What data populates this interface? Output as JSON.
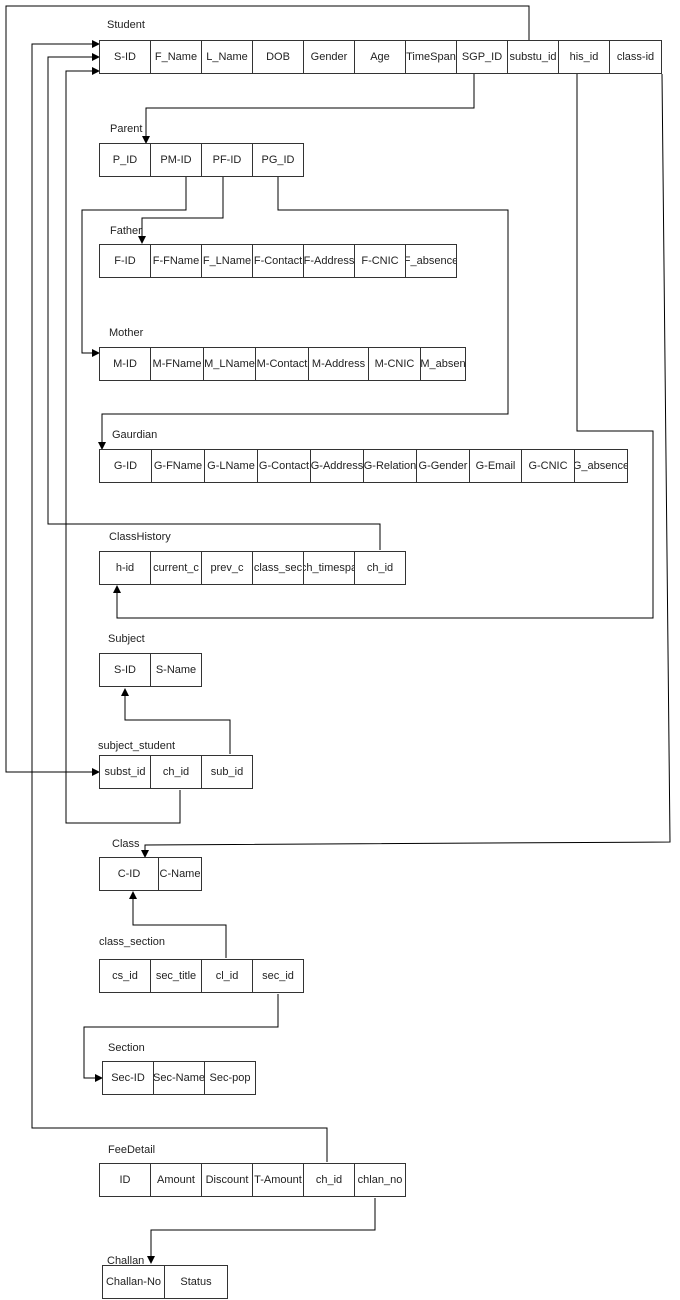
{
  "tables": [
    {
      "key": "student",
      "title": "Student",
      "columns": [
        "S-ID",
        "F_Name",
        "L_Name",
        "DOB",
        "Gender",
        "Age",
        "TimeSpan",
        "SGP_ID",
        "substu_id",
        "his_id",
        "class-id"
      ]
    },
    {
      "key": "parent",
      "title": "Parent",
      "columns": [
        "P_ID",
        "PM-ID",
        "PF-ID",
        "PG_ID"
      ]
    },
    {
      "key": "father",
      "title": "Father",
      "columns": [
        "F-ID",
        "F-FName",
        "F_LName",
        "F-Contact",
        "F-Address",
        "F-CNIC",
        "F_absence"
      ]
    },
    {
      "key": "mother",
      "title": "Mother",
      "columns": [
        "M-ID",
        "M-FName",
        "M_LName",
        "M-Contact",
        "M-Address",
        "M-CNIC",
        "M_absen"
      ]
    },
    {
      "key": "gaurdian",
      "title": "Gaurdian",
      "columns": [
        "G-ID",
        "G-FName",
        "G-LName",
        "G-Contact",
        "G-Address",
        "G-Relation",
        "G-Gender",
        "G-Email",
        "G-CNIC",
        "G_absence"
      ]
    },
    {
      "key": "class_history",
      "title": "ClassHistory",
      "columns": [
        "h-id",
        "current_c",
        "prev_c",
        "class_sec",
        "ch_timespa",
        "ch_id"
      ]
    },
    {
      "key": "subject",
      "title": "Subject",
      "columns": [
        "S-ID",
        "S-Name"
      ]
    },
    {
      "key": "subject_student",
      "title": "subject_student",
      "columns": [
        "subst_id",
        "ch_id",
        "sub_id"
      ]
    },
    {
      "key": "class",
      "title": "Class",
      "columns": [
        "C-ID",
        "C-Name"
      ]
    },
    {
      "key": "class_section",
      "title": "class_section",
      "columns": [
        "cs_id",
        "sec_title",
        "cl_id",
        "sec_id"
      ]
    },
    {
      "key": "section",
      "title": "Section",
      "columns": [
        "Sec-ID",
        "Sec-Name",
        "Sec-pop"
      ]
    },
    {
      "key": "fee_detail",
      "title": "FeeDetail",
      "columns": [
        "ID",
        "Amount",
        "Discount",
        "T-Amount",
        "ch_id",
        "chlan_no"
      ]
    },
    {
      "key": "challan",
      "title": "Challan",
      "columns": [
        "Challan-No",
        "Status"
      ]
    }
  ],
  "relationships": [
    {
      "from": "student.SGP_ID",
      "to": "parent.P_ID"
    },
    {
      "from": "parent.PF-ID",
      "to": "father.F-ID"
    },
    {
      "from": "parent.PM-ID",
      "to": "mother.M-ID"
    },
    {
      "from": "parent.PG_ID",
      "to": "gaurdian.G-ID"
    },
    {
      "from": "student.his_id",
      "to": "class_history.h-id"
    },
    {
      "from": "class_history.ch_id",
      "to": "student.S-ID"
    },
    {
      "from": "subject_student.sub_id",
      "to": "subject.S-ID"
    },
    {
      "from": "student.substu_id",
      "to": "subject_student.subst_id"
    },
    {
      "from": "subject_student.ch_id",
      "to": "student.S-ID"
    },
    {
      "from": "student.class-id",
      "to": "class.C-ID"
    },
    {
      "from": "class_section.cl_id",
      "to": "class.C-ID"
    },
    {
      "from": "class_section.sec_id",
      "to": "section.Sec-ID"
    },
    {
      "from": "fee_detail.ch_id",
      "to": "student.S-ID"
    },
    {
      "from": "fee_detail.chlan_no",
      "to": "challan.Challan-No"
    }
  ]
}
